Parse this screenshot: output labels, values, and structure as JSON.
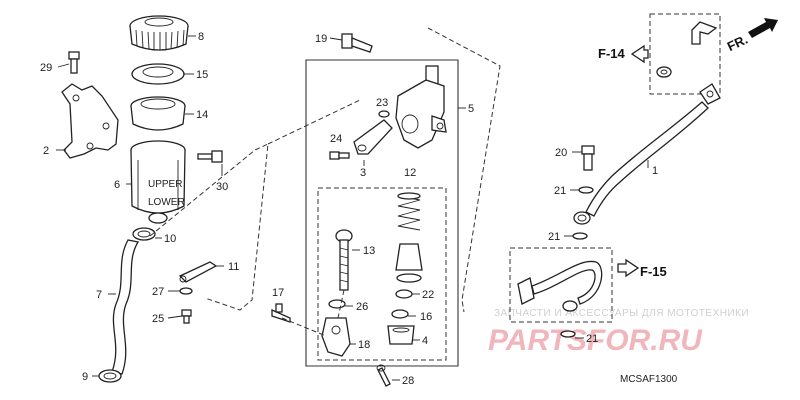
{
  "diagram_code": "MCSAF1300",
  "watermark": {
    "line1": "ЗАПЧАСТИ И АКСЕССУАРЫ ДЛЯ МОТОТЕХНИКИ",
    "line2": "PARTSFOR.RU"
  },
  "direction_label": "FR.",
  "refs": {
    "f14": "F-14",
    "f15": "F-15"
  },
  "reservoir_cap_text": {
    "upper": "UPPER",
    "lower": "LOWER"
  },
  "callouts": {
    "n1": "1",
    "n2": "2",
    "n3": "3",
    "n4": "4",
    "n5": "5",
    "n6": "6",
    "n7": "7",
    "n8": "8",
    "n9": "9",
    "n10": "10",
    "n11": "11",
    "n12": "12",
    "n13": "13",
    "n14": "14",
    "n15": "15",
    "n16": "16",
    "n17": "17",
    "n18": "18",
    "n19": "19",
    "n20": "20",
    "n21a": "21",
    "n21b": "21",
    "n21c": "21",
    "n22": "22",
    "n23": "23",
    "n24": "24",
    "n25": "25",
    "n26": "26",
    "n27": "27",
    "n28": "28",
    "n29": "29",
    "n30": "30"
  }
}
